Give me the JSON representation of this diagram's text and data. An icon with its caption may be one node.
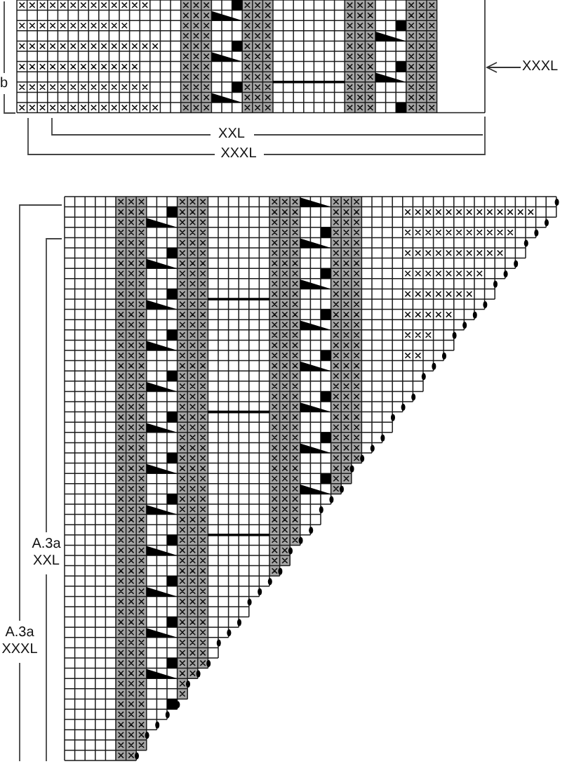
{
  "diagram": {
    "nodes": [
      {
        "text": [
          "XXXL"
        ]
      },
      {
        "text": [],
        "shape": "picture"
      }
    ],
    "edges": [
      {
        "from": 0,
        "to": 1,
        "arrow": "to"
      }
    ],
    "labels": [
      "b",
      "XXL",
      "XXXL",
      "A.3a XXL",
      "A.3a XXXL"
    ]
  }
}
